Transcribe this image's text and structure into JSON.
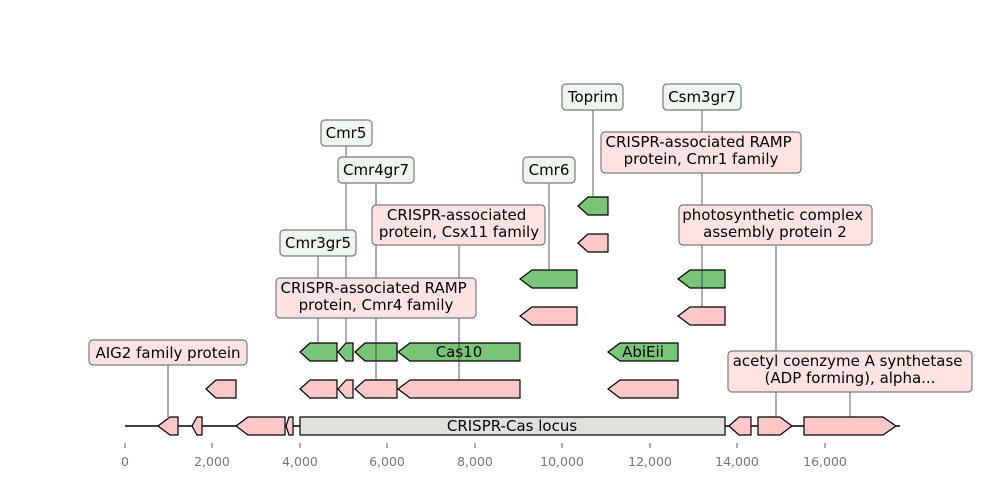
{
  "axis": {
    "tick_labels": [
      "0",
      "2,000",
      "4,000",
      "6,000",
      "8,000",
      "10,000",
      "12,000",
      "14,000",
      "16,000"
    ]
  },
  "locus": {
    "label": "CRISPR-Cas locus"
  },
  "genes": {
    "aig2": {
      "label": "AIG2 family protein"
    },
    "cmr3gr5": {
      "label": "Cmr3gr5"
    },
    "cmr5": {
      "label": "Cmr5"
    },
    "cmr4gr7": {
      "label": "Cmr4gr7"
    },
    "cmr4_ramp": {
      "label": "CRISPR-associated RAMP protein, Cmr4 family"
    },
    "csx11": {
      "label": "CRISPR-associated protein, Csx11 family"
    },
    "cas10": {
      "label": "Cas10"
    },
    "cmr6": {
      "label": "Cmr6"
    },
    "toprim": {
      "label": "Toprim"
    },
    "abieii": {
      "label": "AbiEii"
    },
    "cmr1_ramp": {
      "label": "CRISPR-associated RAMP protein, Cmr1 family"
    },
    "csm3gr7": {
      "label": "Csm3gr7"
    },
    "photosynthetic": {
      "label": "photosynthetic complex assembly protein 2"
    },
    "acetyl_coa": {
      "label": "acetyl coenzyme A synthetase (ADP forming), alpha..."
    }
  },
  "colors": {
    "annotation_fill": "#ffc8c8",
    "domain_fill": "#7ac47a",
    "locus_fill": "#e0e0dc"
  }
}
